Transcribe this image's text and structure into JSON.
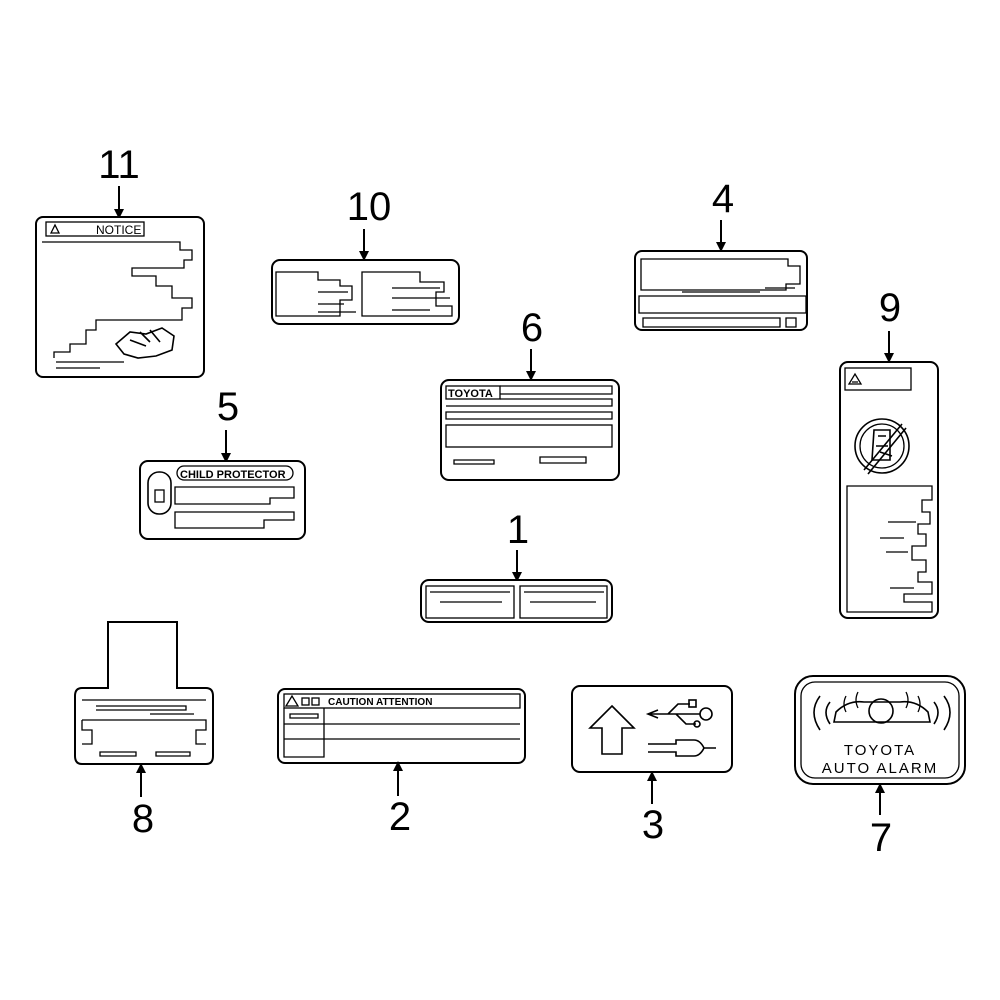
{
  "callouts": [
    "1",
    "2",
    "3",
    "4",
    "5",
    "6",
    "7",
    "8",
    "9",
    "10",
    "11"
  ],
  "labels": {
    "notice": "NOTICE",
    "toyota": "TOYOTA",
    "child_protector": "CHILD PROTECTOR",
    "caution": "CAUTION  ATTENTION",
    "alarm_line1": "TOYOTA",
    "alarm_line2": "AUTO ALARM"
  },
  "colors": {
    "highlight": "#3b5fd6",
    "line": "#000000",
    "background": "#ffffff"
  },
  "icons": [
    "warning-triangle-icon",
    "usb-icon",
    "up-arrow-icon",
    "plug-icon",
    "no-child-icon",
    "hand-icon",
    "car-alarm-icon"
  ]
}
